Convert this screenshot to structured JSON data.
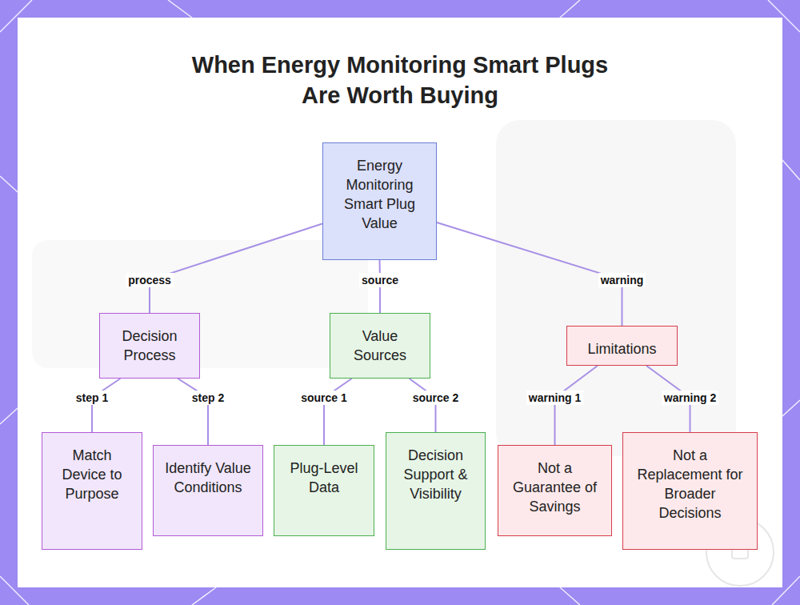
{
  "diagram": {
    "title": "When Energy Monitoring Smart Plugs Are Worth Buying",
    "nodes": [
      {
        "text": [
          "Energy Monitoring Smart Plug Value"
        ]
      },
      {
        "text": [
          "Decision Process"
        ]
      },
      {
        "text": [
          "Value Sources"
        ]
      },
      {
        "text": [
          "Limitations"
        ]
      },
      {
        "text": [
          "Match Device to Purpose"
        ]
      },
      {
        "text": [
          "Identify Value Conditions"
        ]
      },
      {
        "text": [
          "Plug-Level Data"
        ]
      },
      {
        "text": [
          "Decision Support & Visibility"
        ]
      },
      {
        "text": [
          "Not a Guarantee of Savings"
        ]
      },
      {
        "text": [
          "Not a Replacement for Broader Decisions"
        ]
      }
    ],
    "edges": [
      {
        "from": 0,
        "to": 1,
        "label": "process",
        "arrow": "none"
      },
      {
        "from": 0,
        "to": 2,
        "label": "source",
        "arrow": "none"
      },
      {
        "from": 0,
        "to": 3,
        "label": "warning",
        "arrow": "none"
      },
      {
        "from": 1,
        "to": 4,
        "label": "step 1",
        "arrow": "none"
      },
      {
        "from": 1,
        "to": 5,
        "label": "step 2",
        "arrow": "none"
      },
      {
        "from": 2,
        "to": 6,
        "label": "source 1",
        "arrow": "none"
      },
      {
        "from": 2,
        "to": 7,
        "label": "source 2",
        "arrow": "none"
      },
      {
        "from": 3,
        "to": 8,
        "label": "warning 1",
        "arrow": "none"
      },
      {
        "from": 3,
        "to": 9,
        "label": "warning 2",
        "arrow": "none"
      }
    ]
  }
}
